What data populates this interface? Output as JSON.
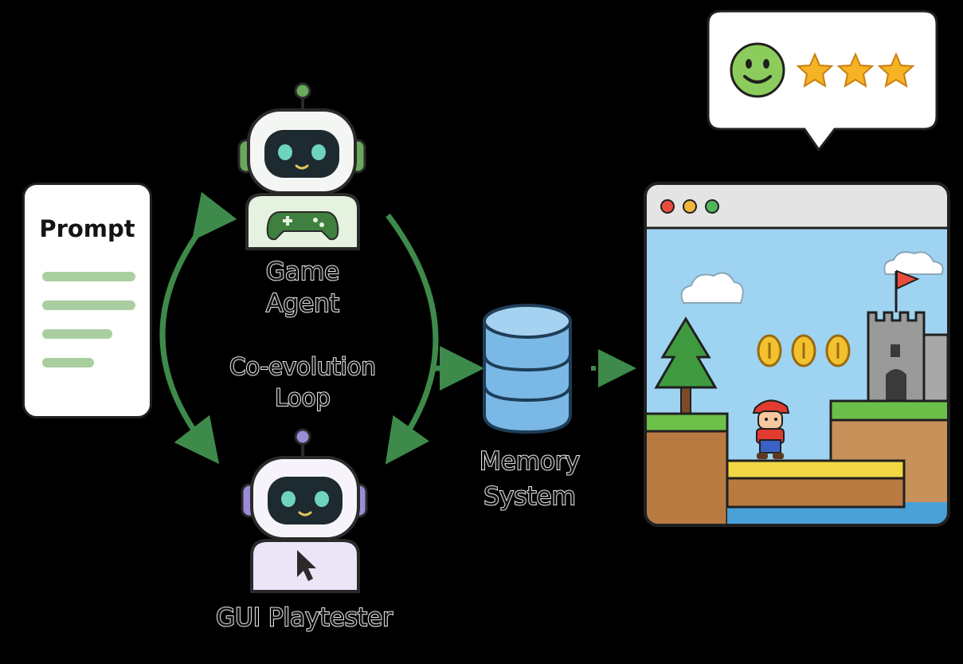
{
  "prompt_card": {
    "title": "Prompt",
    "line_color": "#a9cfa0"
  },
  "agents": {
    "game_agent": {
      "label_line1": "Game",
      "label_line2": "Agent",
      "accent": "#6aa85c",
      "icon": "gamepad-icon"
    },
    "gui_playtester": {
      "label": "GUI Playtester",
      "accent": "#9c8bd6",
      "icon": "cursor-icon"
    }
  },
  "loop": {
    "label_line1": "Co-evolution",
    "label_line2": "Loop",
    "arrow_color": "#3e8a4a"
  },
  "memory": {
    "label_line1": "Memory",
    "label_line2": "System",
    "color": "#7ab9e6",
    "icon": "database-icon"
  },
  "feedback": {
    "icons": [
      "smiley-face-icon",
      "star-icon",
      "star-icon",
      "star-icon"
    ],
    "star_color": "#f6b324",
    "smiley_color": "#8ccc5c"
  },
  "game_window": {
    "window_buttons": [
      "#e84c3d",
      "#f3b63a",
      "#4fb75a"
    ],
    "sky_color": "#9fd3f2"
  }
}
